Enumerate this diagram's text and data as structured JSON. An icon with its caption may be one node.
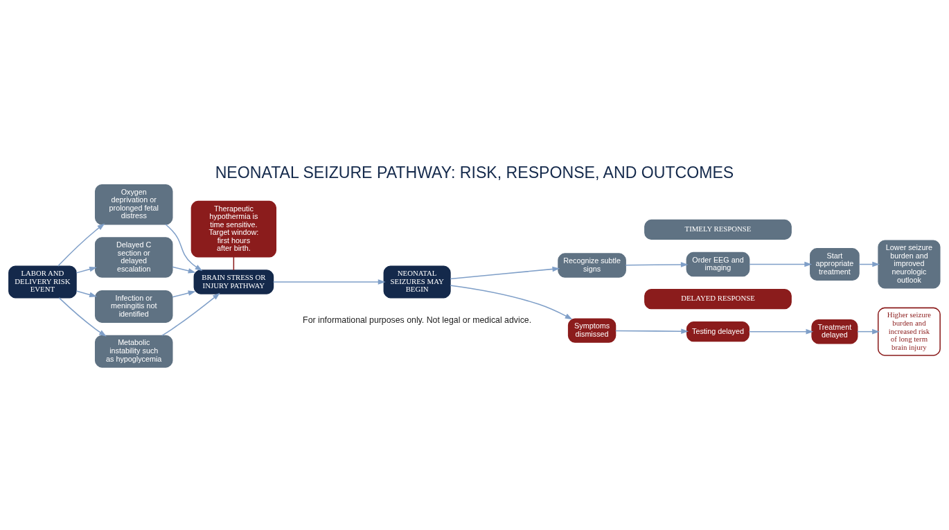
{
  "diagram": {
    "title": "NEONATAL SEIZURE PATHWAY: RISK, RESPONSE, AND OUTCOMES",
    "caption": "For informational purposes only. Not legal or medical advice.",
    "nodes": [
      {
        "text": [
          "LABOR AND DELIVERY RISK EVENT"
        ]
      },
      {
        "text": [
          "Oxygen deprivation or prolonged fetal distress"
        ]
      },
      {
        "text": [
          "Delayed C section or delayed escalation"
        ]
      },
      {
        "text": [
          "Infection or meningitis not identified"
        ]
      },
      {
        "text": [
          "Metabolic instability such as hypoglycemia"
        ]
      },
      {
        "text": [
          "Therapeutic hypothermia is time sensitive. Target window: first hours after birth."
        ]
      },
      {
        "text": [
          "BRAIN STRESS OR INJURY PATHWAY"
        ]
      },
      {
        "text": [
          "NEONATAL SEIZURES MAY BEGIN"
        ]
      },
      {
        "text": [
          "TIMELY RESPONSE"
        ]
      },
      {
        "text": [
          "Recognize subtle signs"
        ]
      },
      {
        "text": [
          "Order EEG and imaging"
        ]
      },
      {
        "text": [
          "Start appropriate treatment"
        ]
      },
      {
        "text": [
          "Lower seizure burden and improved neurologic outlook"
        ]
      },
      {
        "text": [
          "DELAYED RESPONSE"
        ]
      },
      {
        "text": [
          "Symptoms dismissed"
        ]
      },
      {
        "text": [
          "Testing delayed"
        ]
      },
      {
        "text": [
          "Treatment delayed"
        ]
      },
      {
        "text": [
          "Higher seizure burden and increased risk of long term brain injury"
        ]
      }
    ],
    "edges": [
      {
        "from": 0,
        "to": 1,
        "arrow": "to"
      },
      {
        "from": 0,
        "to": 2,
        "arrow": "to"
      },
      {
        "from": 0,
        "to": 3,
        "arrow": "to"
      },
      {
        "from": 0,
        "to": 4,
        "arrow": "to"
      },
      {
        "from": 1,
        "to": 6,
        "arrow": "to"
      },
      {
        "from": 2,
        "to": 6,
        "arrow": "to"
      },
      {
        "from": 3,
        "to": 6,
        "arrow": "to"
      },
      {
        "from": 4,
        "to": 6,
        "arrow": "to"
      },
      {
        "from": 5,
        "to": 6,
        "arrow": "none",
        "color": "#8b1c1c"
      },
      {
        "from": 6,
        "to": 7,
        "arrow": "to"
      },
      {
        "from": 7,
        "to": 9,
        "arrow": "to"
      },
      {
        "from": 7,
        "to": 14,
        "arrow": "to"
      },
      {
        "from": 9,
        "to": 10,
        "arrow": "to"
      },
      {
        "from": 10,
        "to": 11,
        "arrow": "to"
      },
      {
        "from": 11,
        "to": 12,
        "arrow": "to"
      },
      {
        "from": 14,
        "to": 15,
        "arrow": "to"
      },
      {
        "from": 15,
        "to": 16,
        "arrow": "to"
      },
      {
        "from": 16,
        "to": 17,
        "arrow": "to"
      }
    ]
  }
}
